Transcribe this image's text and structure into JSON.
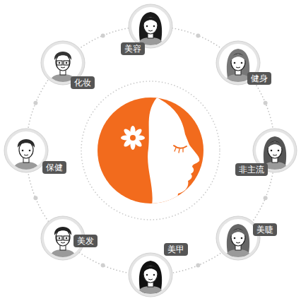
{
  "diagram": {
    "nodes": [
      {
        "text": [
          "美容"
        ]
      },
      {
        "text": [
          "化妆"
        ]
      },
      {
        "text": [
          "健身"
        ]
      },
      {
        "text": [
          "保健"
        ]
      },
      {
        "text": [
          "非主流"
        ]
      },
      {
        "text": [
          "美发"
        ]
      },
      {
        "text": [
          "美睫"
        ]
      },
      {
        "text": [
          "美甲"
        ]
      }
    ]
  }
}
